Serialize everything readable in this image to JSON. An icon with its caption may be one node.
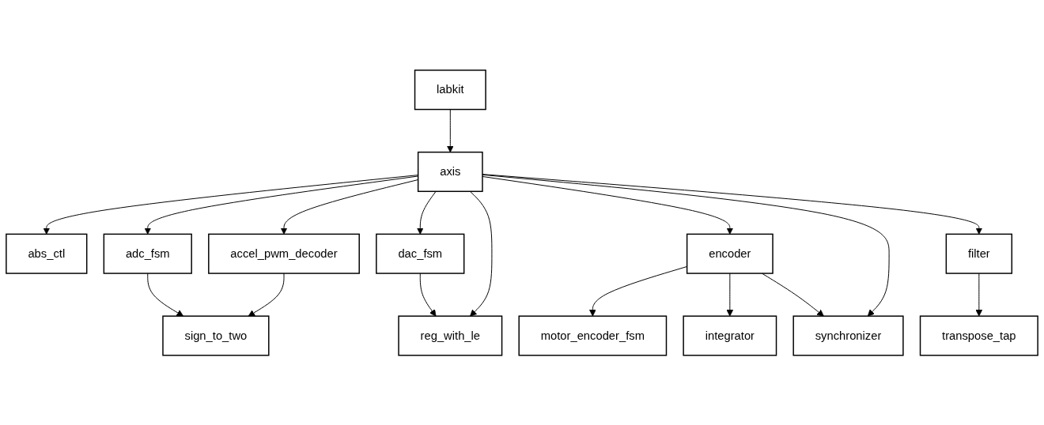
{
  "diagram": {
    "nodes": [
      {
        "text": [
          "labkit"
        ]
      },
      {
        "text": [
          "axis"
        ]
      },
      {
        "text": [
          "abs_ctl"
        ]
      },
      {
        "text": [
          "adc_fsm"
        ]
      },
      {
        "text": [
          "accel_pwm_decoder"
        ]
      },
      {
        "text": [
          "dac_fsm"
        ]
      },
      {
        "text": [
          "encoder"
        ]
      },
      {
        "text": [
          "filter"
        ]
      },
      {
        "text": [
          "sign_to_two"
        ]
      },
      {
        "text": [
          "reg_with_le"
        ]
      },
      {
        "text": [
          "motor_encoder_fsm"
        ]
      },
      {
        "text": [
          "integrator"
        ]
      },
      {
        "text": [
          "synchronizer"
        ]
      },
      {
        "text": [
          "transpose_tap"
        ]
      }
    ],
    "edges": [
      {
        "from": 0,
        "to": 1,
        "arrow": "to"
      },
      {
        "from": 1,
        "to": 2,
        "arrow": "to"
      },
      {
        "from": 1,
        "to": 3,
        "arrow": "to"
      },
      {
        "from": 1,
        "to": 4,
        "arrow": "to"
      },
      {
        "from": 1,
        "to": 5,
        "arrow": "to"
      },
      {
        "from": 1,
        "to": 9,
        "arrow": "to"
      },
      {
        "from": 1,
        "to": 6,
        "arrow": "to"
      },
      {
        "from": 1,
        "to": 12,
        "arrow": "to"
      },
      {
        "from": 1,
        "to": 7,
        "arrow": "to"
      },
      {
        "from": 3,
        "to": 8,
        "arrow": "to"
      },
      {
        "from": 4,
        "to": 8,
        "arrow": "to"
      },
      {
        "from": 5,
        "to": 9,
        "arrow": "to"
      },
      {
        "from": 6,
        "to": 10,
        "arrow": "to"
      },
      {
        "from": 6,
        "to": 11,
        "arrow": "to"
      },
      {
        "from": 6,
        "to": 12,
        "arrow": "to"
      },
      {
        "from": 7,
        "to": 13,
        "arrow": "to"
      }
    ]
  }
}
